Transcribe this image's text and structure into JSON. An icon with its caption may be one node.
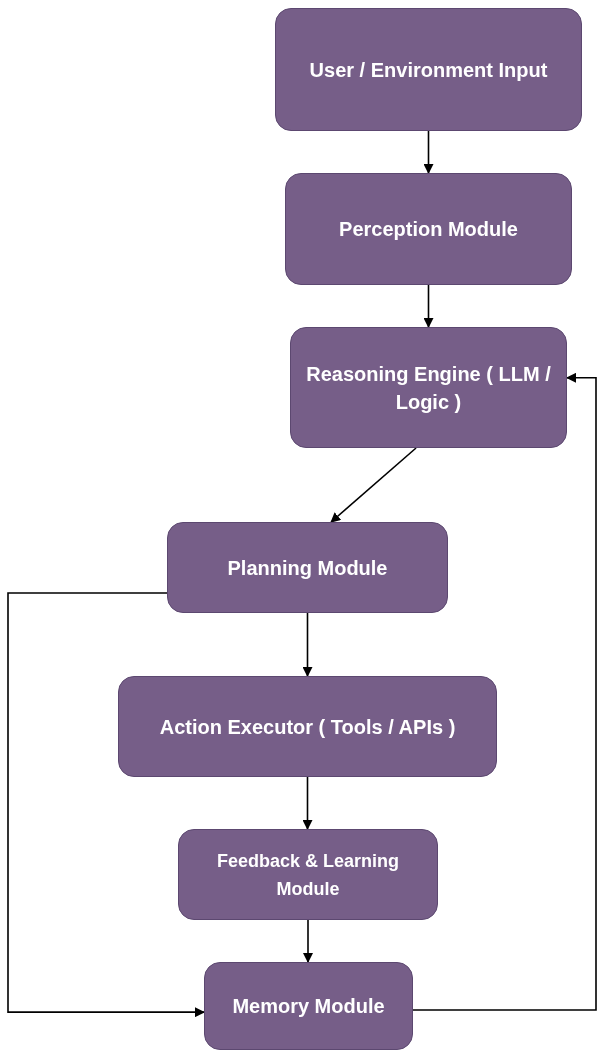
{
  "diagram": {
    "nodes": [
      {
        "text": [
          "User / Environment Input"
        ]
      },
      {
        "text": [
          "Perception Module"
        ]
      },
      {
        "text": [
          "Reasoning Engine ( LLM / Logic )"
        ]
      },
      {
        "text": [
          "Planning Module"
        ]
      },
      {
        "text": [
          "Action Executor ( Tools / APIs )"
        ]
      },
      {
        "text": [
          "Feedback & Learning Module"
        ]
      },
      {
        "text": [
          "Memory Module"
        ]
      }
    ],
    "edges": [
      {
        "from": 0,
        "to": 1,
        "arrow": "to"
      },
      {
        "from": 1,
        "to": 2,
        "arrow": "to"
      },
      {
        "from": 2,
        "to": 3,
        "arrow": "to"
      },
      {
        "from": 3,
        "to": 4,
        "arrow": "to"
      },
      {
        "from": 4,
        "to": 5,
        "arrow": "to"
      },
      {
        "from": 5,
        "to": 6,
        "arrow": "to"
      },
      {
        "from": 3,
        "to": 6,
        "arrow": "to"
      },
      {
        "from": 6,
        "to": 2,
        "arrow": "to"
      }
    ]
  }
}
